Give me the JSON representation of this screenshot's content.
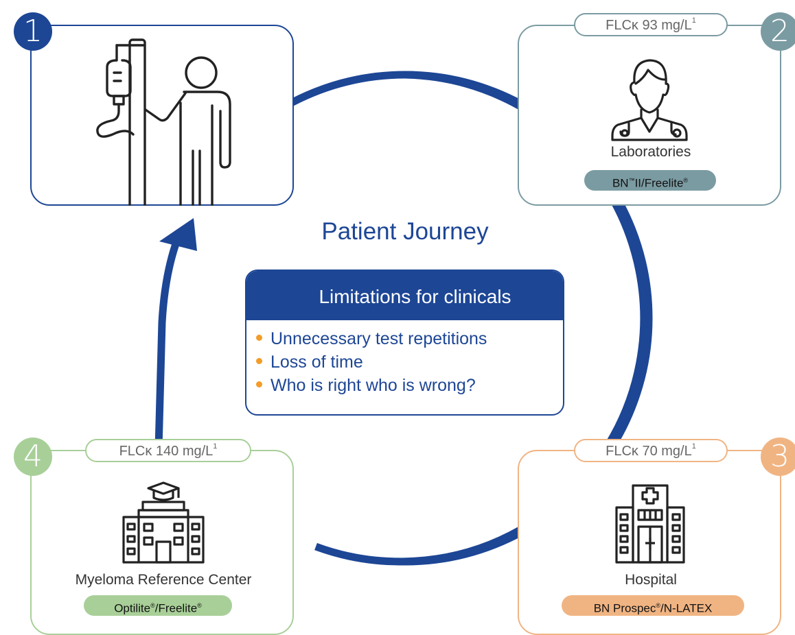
{
  "title": "Patient Journey",
  "limitations": {
    "heading": "Limitations for clinicals",
    "items": [
      "Unnecessary test repetitions",
      "Loss of time",
      "Who is right who is wrong?"
    ]
  },
  "steps": [
    {
      "number": "1",
      "icon": "patient-iv-drip-icon"
    },
    {
      "number": "2",
      "result": "FLCκ 93 mg/L",
      "result_ref": "1",
      "label": "Laboratories",
      "method_a": "BN",
      "method_tm": "™",
      "method_b": "II/Freelite",
      "method_reg": "®",
      "icon": "doctor-stethoscope-icon"
    },
    {
      "number": "3",
      "result": "FLCκ 70 mg/L",
      "result_ref": "1",
      "label": "Hospital",
      "method_a": "BN Prospec",
      "method_reg": "®",
      "method_b": "/N-LATEX",
      "icon": "hospital-building-icon"
    },
    {
      "number": "4",
      "result": "FLCκ 140 mg/L",
      "result_ref": "1",
      "label": "Myeloma Reference Center",
      "method_a": "Optilite",
      "method_reg1": "®",
      "method_b": "/Freelite",
      "method_reg2": "®",
      "icon": "university-building-icon"
    }
  ],
  "colors": {
    "navy": "#1d4695",
    "slate": "#7b9ba2",
    "orange": "#f0b483",
    "green": "#a8cf98",
    "bullet": "#f39c29"
  }
}
